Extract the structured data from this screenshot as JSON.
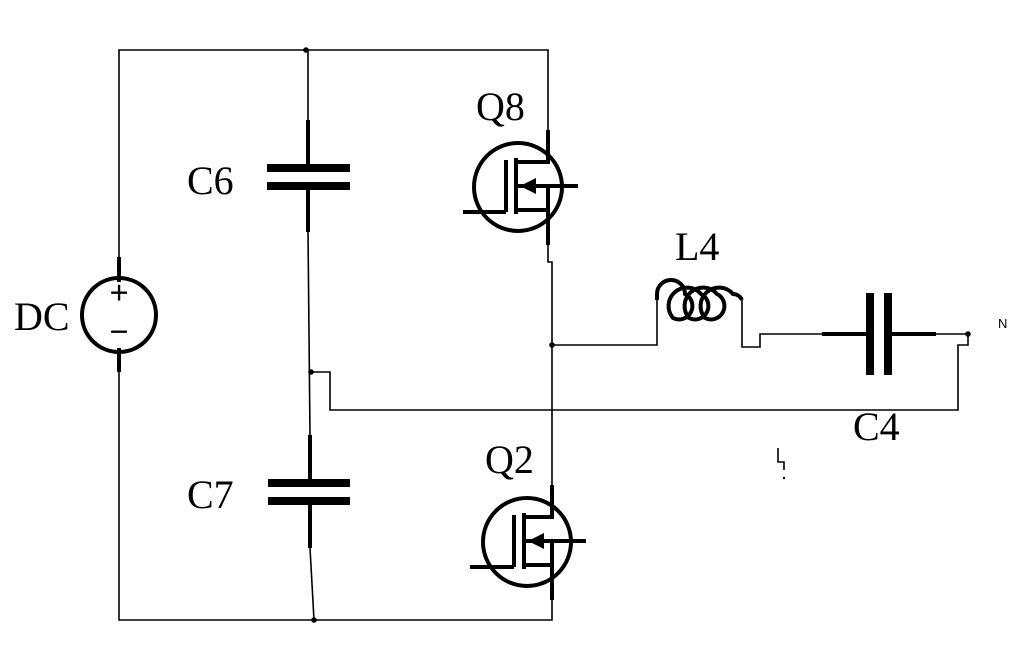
{
  "labels": {
    "dc": "DC",
    "c6": "C6",
    "c7": "C7",
    "q8": "Q8",
    "q2": "Q2",
    "l4": "L4",
    "c4": "C4",
    "n": "N",
    "plus": "+",
    "minus": "−"
  }
}
